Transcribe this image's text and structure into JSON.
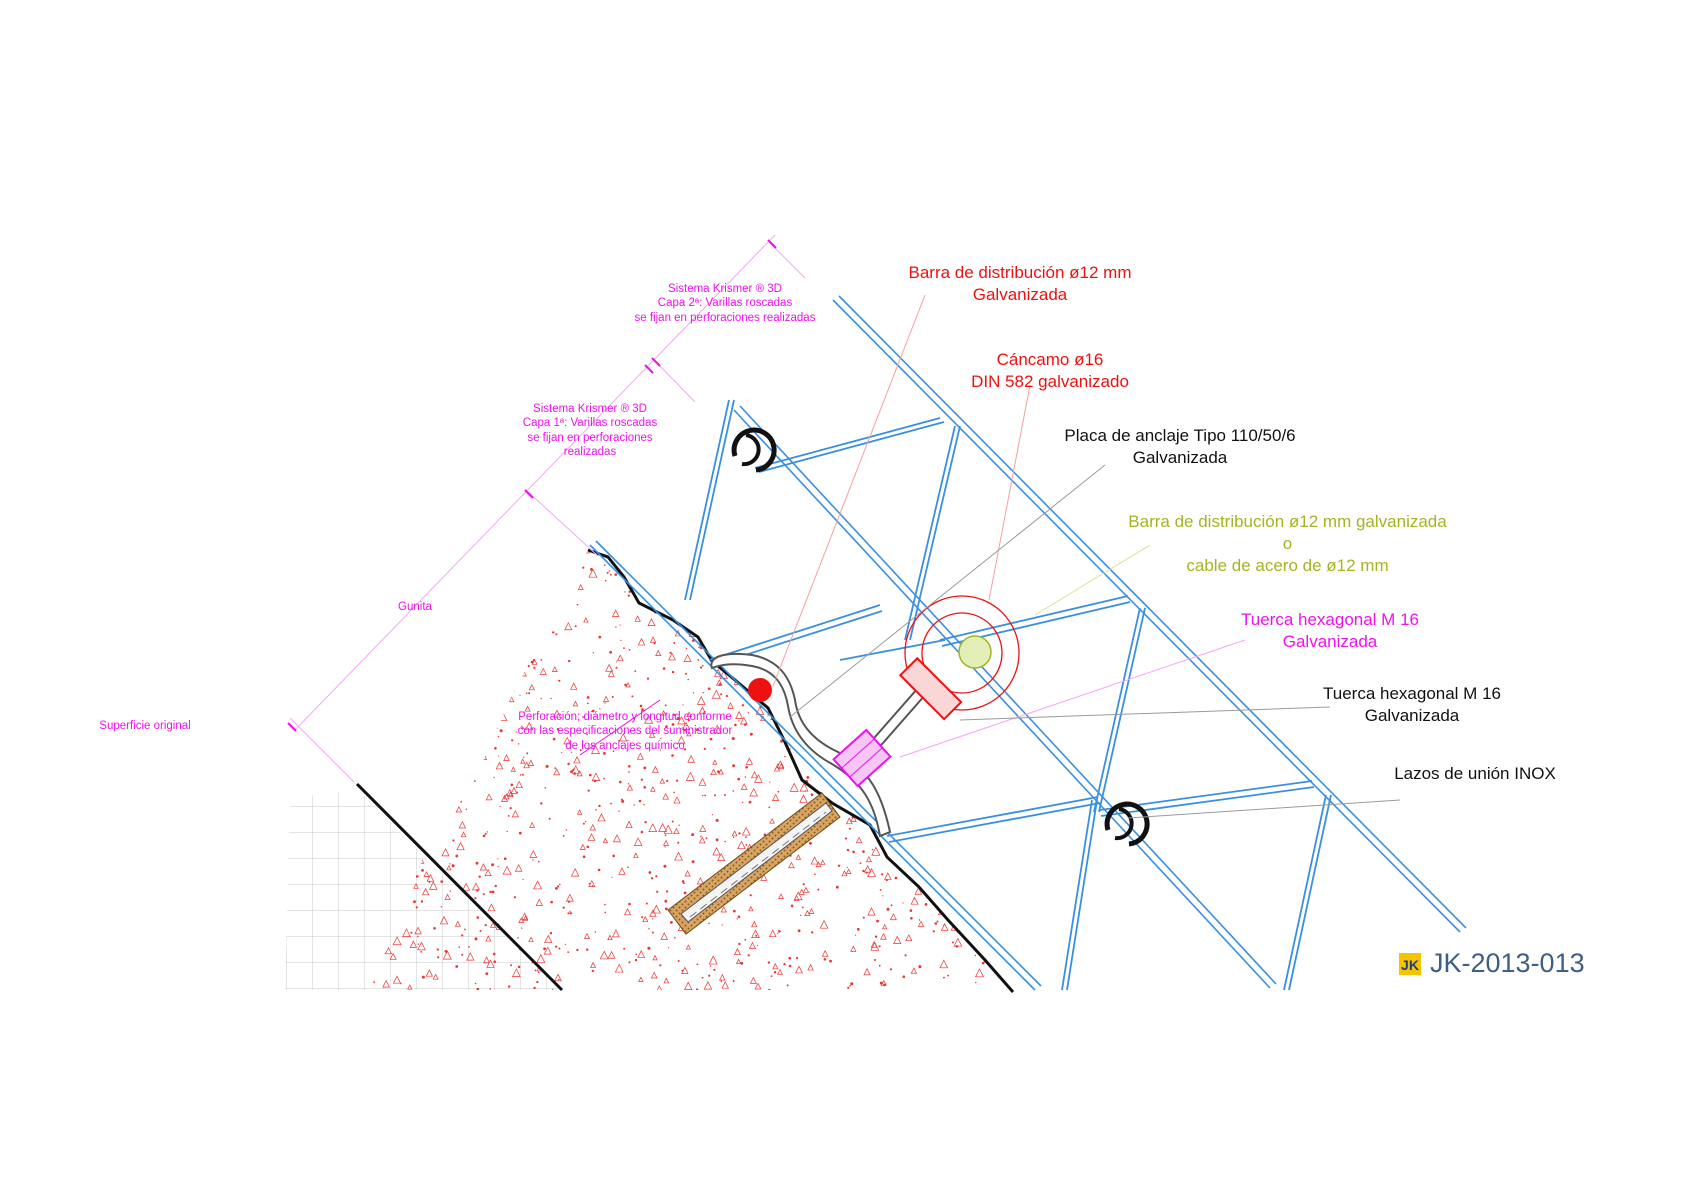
{
  "labels": {
    "barra_distribucion": [
      "Barra de distribución ø12 mm",
      "Galvanizada"
    ],
    "cancamo": [
      "Cáncamo ø16",
      "DIN 582 galvanizado"
    ],
    "placa_anclaje": [
      "Placa de anclaje Tipo 110/50/6",
      "Galvanizada"
    ],
    "barra_o_cable": [
      "Barra de distribución ø12 mm galvanizada",
      "o",
      "cable de acero de ø12 mm"
    ],
    "tuerca_magenta": [
      "Tuerca hexagonal M 16",
      "Galvanizada"
    ],
    "tuerca_black": [
      "Tuerca hexagonal M 16",
      "Galvanizada"
    ],
    "lazos": [
      "Lazos de unión INOX"
    ],
    "krismer_capa2": [
      "Sistema Krismer ® 3D",
      "Capa 2ª:  Varillas roscadas",
      "se fijan en perforaciones realizadas"
    ],
    "krismer_capa1": [
      "Sistema Krismer ® 3D",
      "Capa 1ª:  Varillas roscadas",
      "se fijan en perforaciones",
      "realizadas"
    ],
    "gunita": "Gunita",
    "superficie": "Superficie original",
    "perforacion": [
      "Perforación;  diámetro y longitud conforme",
      "con las especificaciones del suministrador",
      "de los anclajes químico"
    ]
  },
  "drawing_code": "JK-2013-013",
  "logo_text": "JK",
  "colors": {
    "mesh": "#3a8fe0",
    "red": "#ee1111",
    "magenta": "#ee11ee",
    "olive": "#a3b523",
    "black": "#111111",
    "code": "#3e5e86",
    "grout": "#c9964f"
  }
}
